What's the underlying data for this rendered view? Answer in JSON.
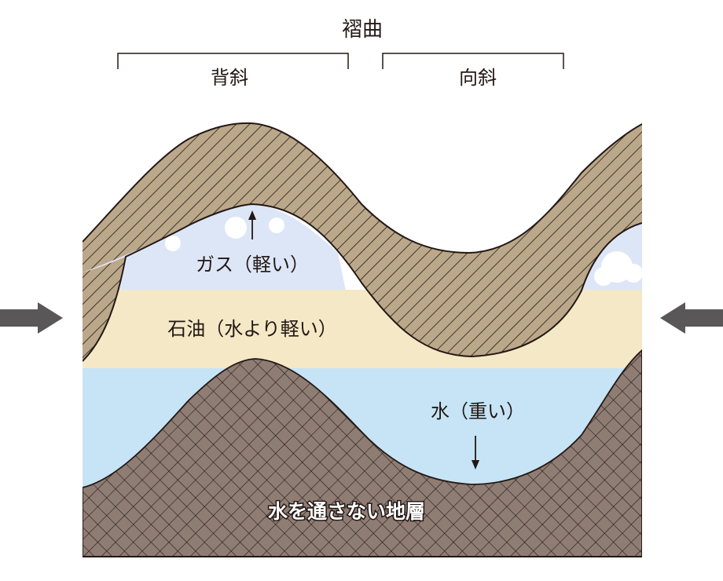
{
  "title": "褶曲",
  "anticline_label": "背斜",
  "syncline_label": "向斜",
  "gas_label": "ガス（軽い）",
  "oil_label": "石油（水より軽い）",
  "water_label": "水（重い）",
  "impermeable_label": "水を通さない地層",
  "colors": {
    "caprock": "#bba88a",
    "gas_sky": "#dde6f7",
    "oil": "#f4e8c6",
    "water": "#c6e4f5",
    "bedrock": "#8f7d74",
    "line": "#231815",
    "arrow": "#595757"
  }
}
